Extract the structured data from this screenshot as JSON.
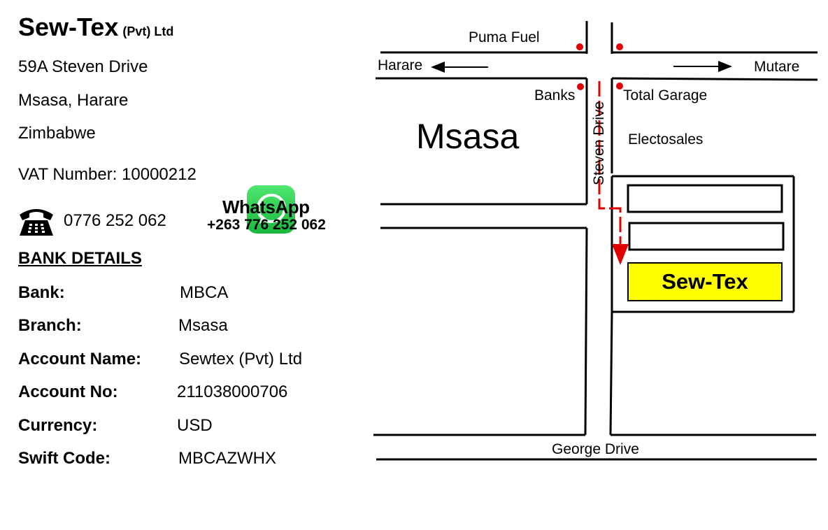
{
  "company": {
    "name": "Sew-Tex",
    "suffix": "(Pvt) Ltd"
  },
  "address": {
    "line1": "59A Steven Drive",
    "line2": "Msasa, Harare",
    "line3": "Zimbabwe"
  },
  "vat": "VAT Number: 10000212",
  "contact": {
    "phone_icon": "telephone-icon",
    "phone": "0776 252 062",
    "whatsapp_icon": "whatsapp-icon",
    "whatsapp_label": "WhatsApp",
    "whatsapp_number": "+263 776 252 062"
  },
  "bank": {
    "title": "BANK DETAILS",
    "rows": [
      {
        "label": "Bank:",
        "value": "MBCA"
      },
      {
        "label": "Branch:",
        "value": "Msasa"
      },
      {
        "label": "Account Name:",
        "value": "Sewtex (Pvt) Ltd"
      },
      {
        "label": "Account No:",
        "value": "211038000706"
      },
      {
        "label": "Currency:",
        "value": "USD"
      },
      {
        "label": "Swift Code:",
        "value": "MBCAZWHX"
      }
    ]
  },
  "map": {
    "puma": "Puma Fuel",
    "harare": "Harare",
    "mutare": "Mutare",
    "banks": "Banks",
    "total": "Total Garage",
    "msasa": "Msasa",
    "electosales": "Electosales",
    "steven": "Steven Drive",
    "sewtex": "Sew-Tex",
    "george": "George Drive",
    "colors": {
      "marker": "#e00000",
      "route": "#e00000",
      "highlight": "#ffff00"
    }
  }
}
